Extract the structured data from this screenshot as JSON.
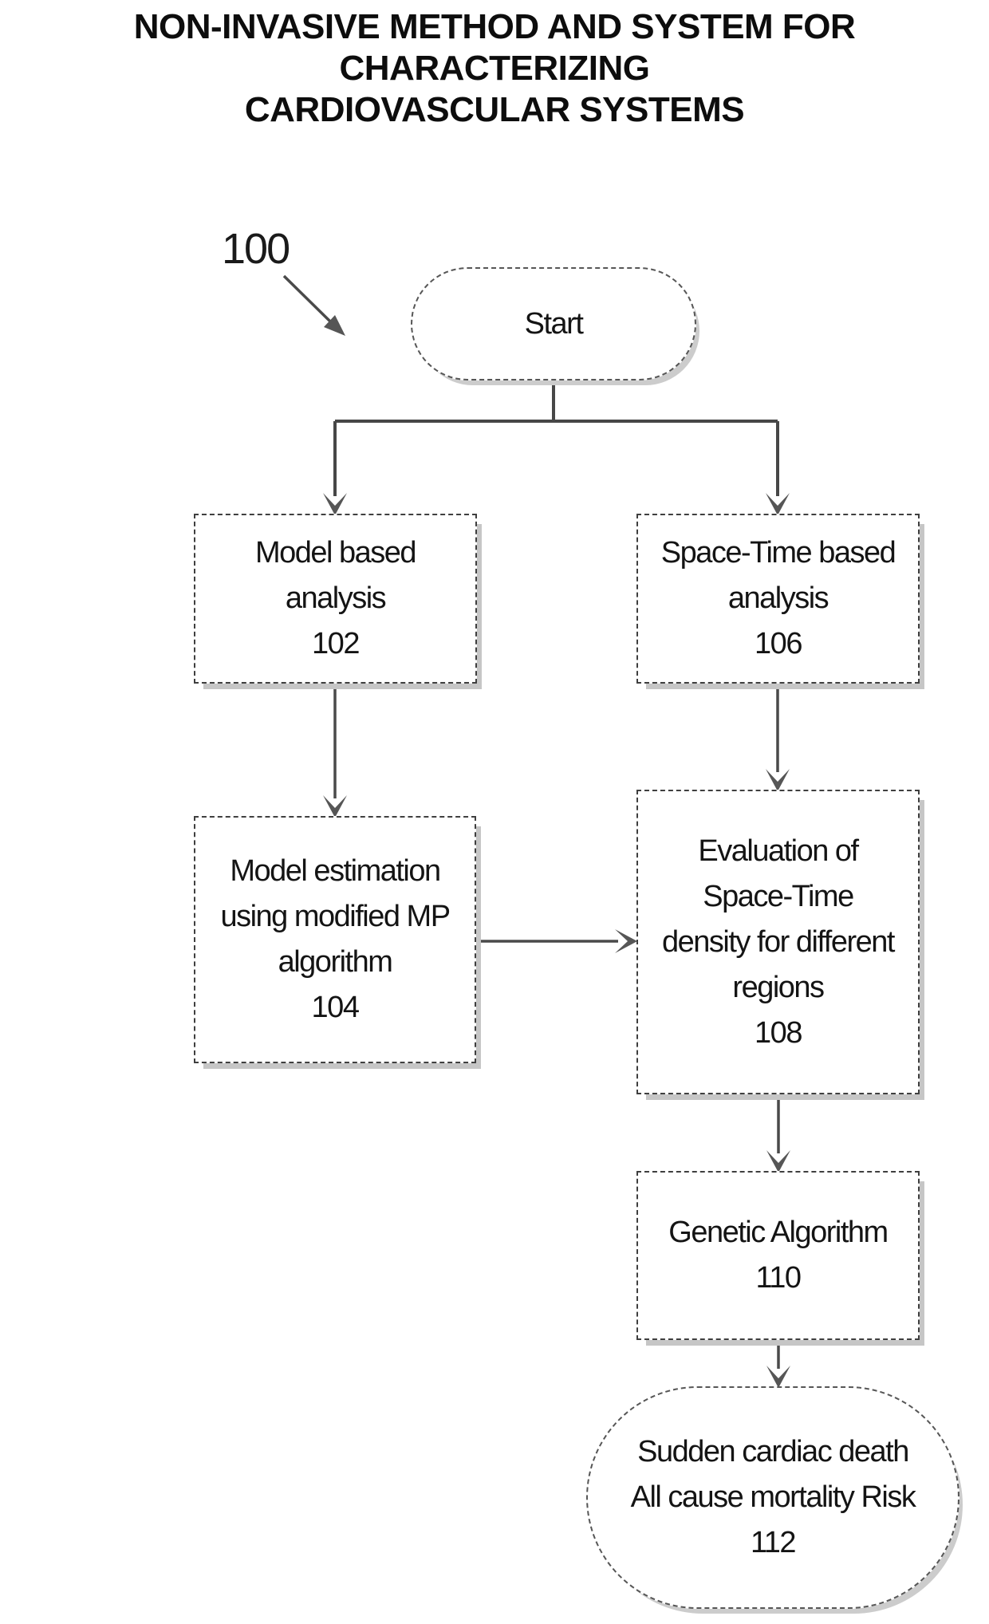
{
  "page": {
    "title_line1": "NON-INVASIVE METHOD AND SYSTEM FOR CHARACTERIZING",
    "title_line2": "CARDIOVASCULAR SYSTEMS",
    "figure_label": "100"
  },
  "nodes": {
    "start": {
      "lines": [
        "Start"
      ]
    },
    "model_based": {
      "lines": [
        "Model based",
        "analysis",
        "102"
      ]
    },
    "space_time": {
      "lines": [
        "Space-Time based",
        "analysis",
        "106"
      ]
    },
    "model_estimation": {
      "lines": [
        "Model estimation",
        "using modified MP",
        "algorithm",
        "104"
      ]
    },
    "evaluation": {
      "lines": [
        "Evaluation of",
        "Space-Time",
        "density for different",
        "regions",
        "108"
      ]
    },
    "genetic": {
      "lines": [
        "Genetic Algorithm",
        "110"
      ]
    },
    "outcome": {
      "lines": [
        "Sudden cardiac death",
        "All cause mortality Risk",
        "112"
      ]
    }
  },
  "colors": {
    "ink": "#141414",
    "connector": "#4a4a4a",
    "box_border": "#3f3f3f",
    "shadow": "#c6c6c6",
    "background": "#ffffff"
  }
}
